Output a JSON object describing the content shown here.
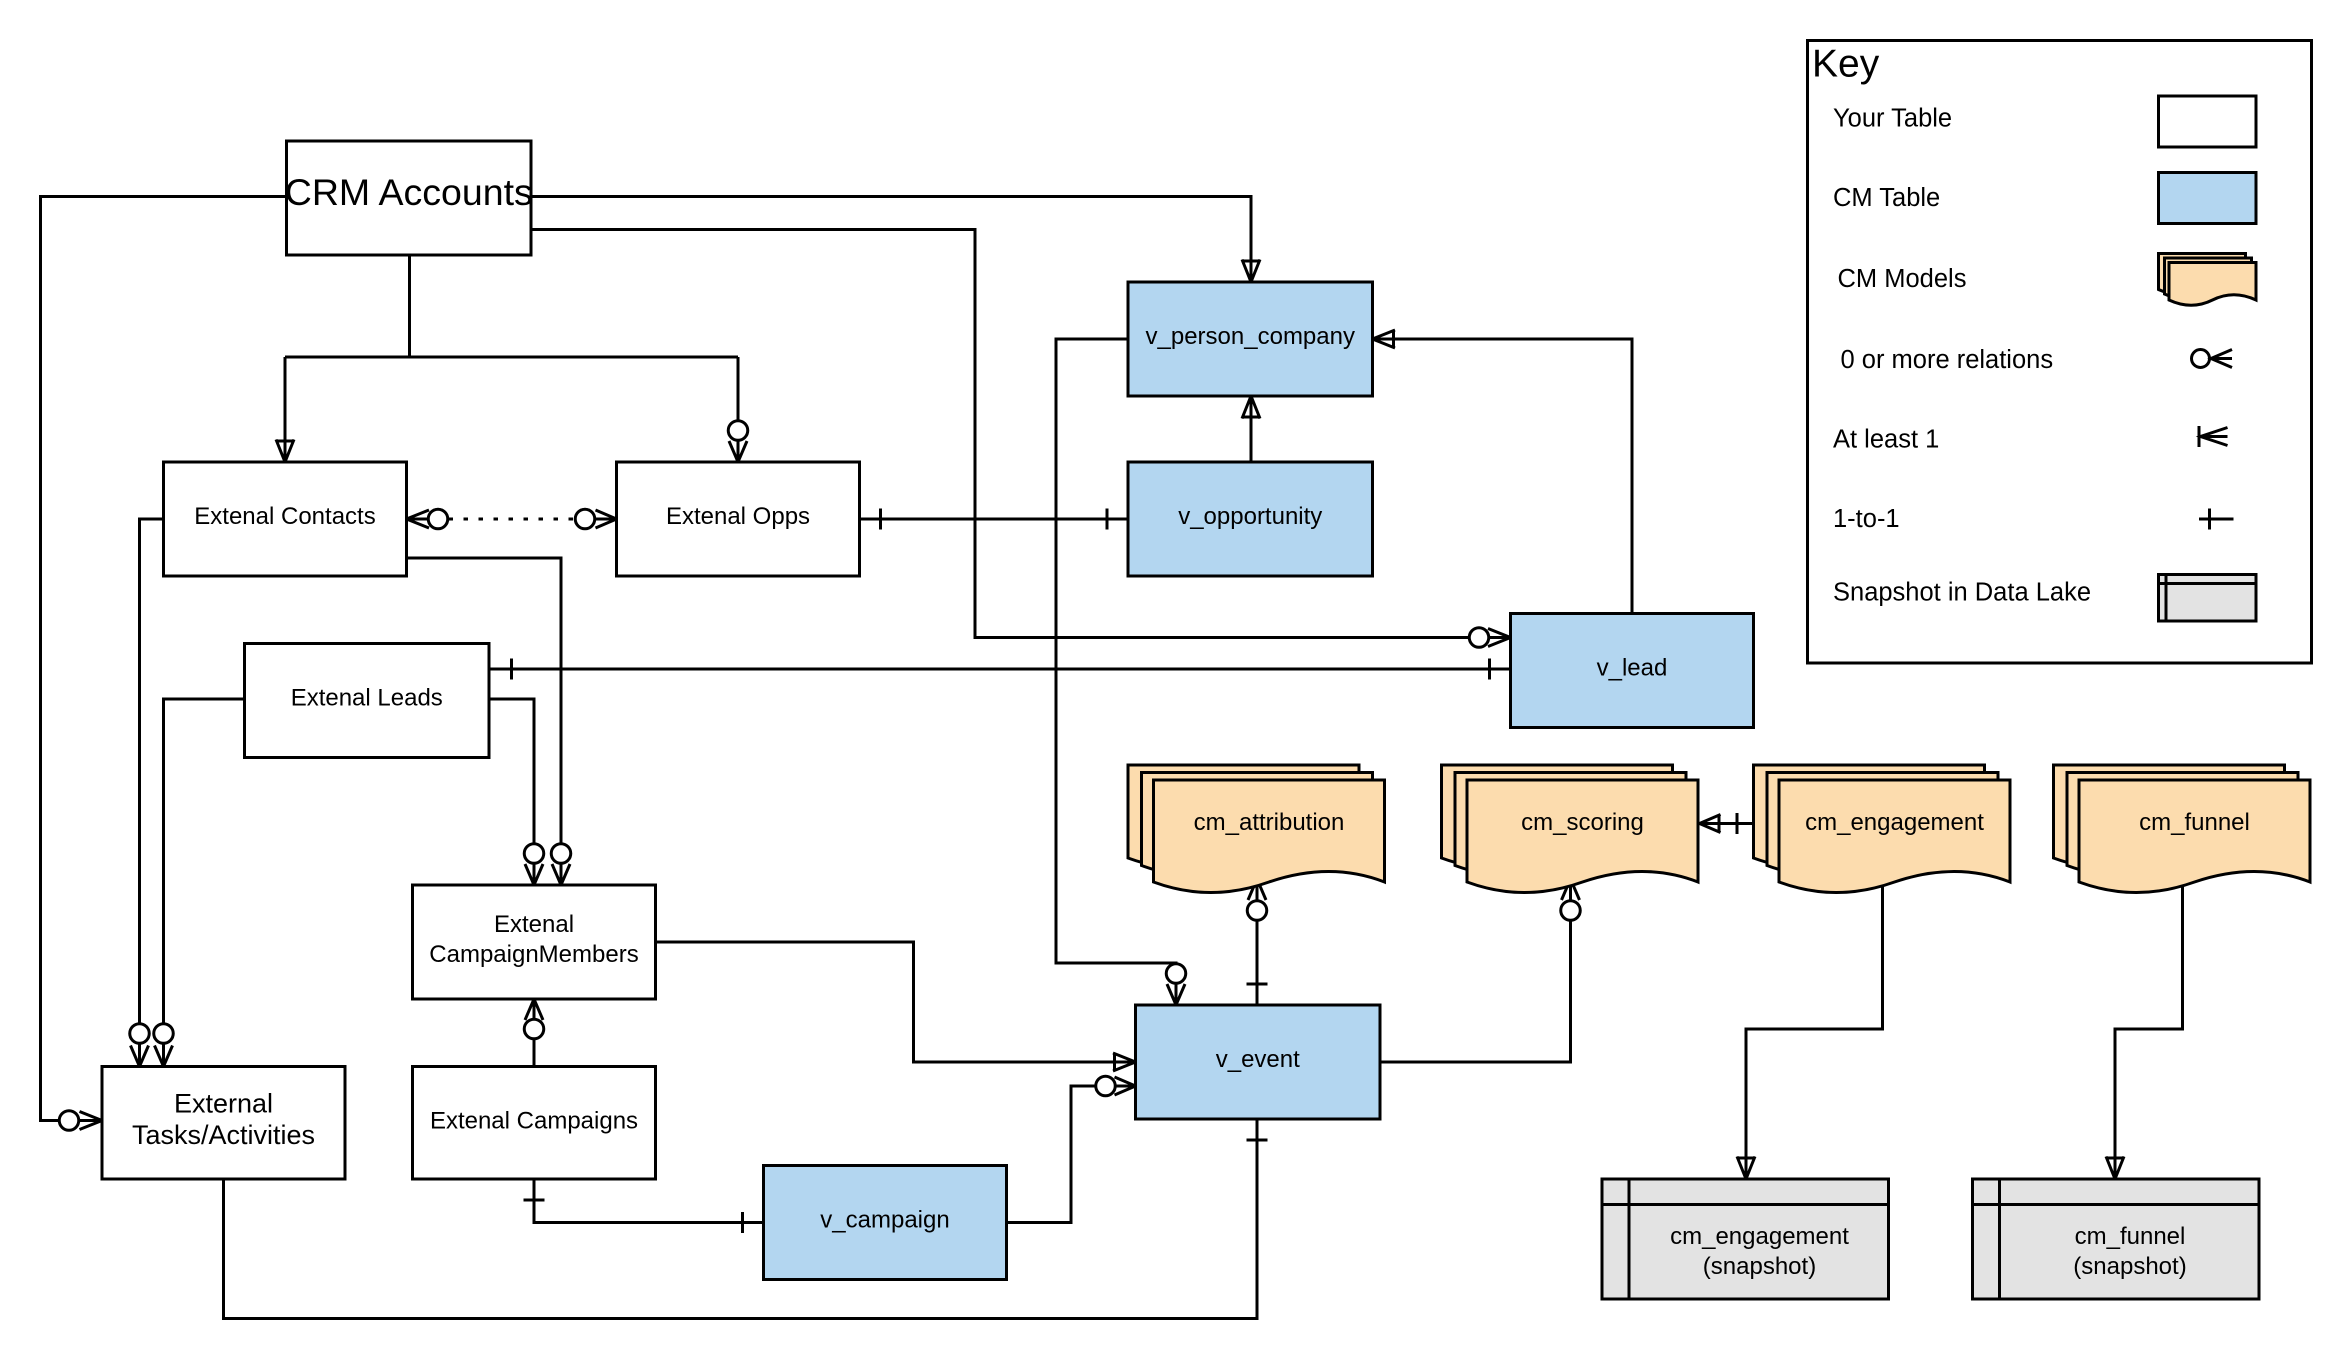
{
  "nodes": {
    "crm_accounts": {
      "label": "CRM Accounts",
      "kind": "your_table"
    },
    "ext_contacts": {
      "label": "Extenal Contacts",
      "kind": "your_table"
    },
    "ext_opps": {
      "label": "Extenal Opps",
      "kind": "your_table"
    },
    "ext_leads": {
      "label": "Extenal Leads",
      "kind": "your_table"
    },
    "ext_campaign_members": {
      "label_line1": "Extenal",
      "label_line2": "CampaignMembers",
      "kind": "your_table"
    },
    "ext_campaigns": {
      "label": "Extenal Campaigns",
      "kind": "your_table"
    },
    "ext_tasks": {
      "label_line1": "External",
      "label_line2": "Tasks/Activities",
      "kind": "your_table"
    },
    "v_person_company": {
      "label": "v_person_company",
      "kind": "cm_table"
    },
    "v_opportunity": {
      "label": "v_opportunity",
      "kind": "cm_table"
    },
    "v_lead": {
      "label": "v_lead",
      "kind": "cm_table"
    },
    "v_event": {
      "label": "v_event",
      "kind": "cm_table"
    },
    "v_campaign": {
      "label": "v_campaign",
      "kind": "cm_table"
    },
    "cm_attribution": {
      "label": "cm_attribution",
      "kind": "cm_model"
    },
    "cm_scoring": {
      "label": "cm_scoring",
      "kind": "cm_model"
    },
    "cm_engagement": {
      "label": "cm_engagement",
      "kind": "cm_model"
    },
    "cm_funnel": {
      "label": "cm_funnel",
      "kind": "cm_model"
    },
    "cm_engagement_snapshot": {
      "label_line1": "cm_engagement",
      "label_line2": "(snapshot)",
      "kind": "snapshot"
    },
    "cm_funnel_snapshot": {
      "label_line1": "cm_funnel",
      "label_line2": "(snapshot)",
      "kind": "snapshot"
    }
  },
  "edges": [
    {
      "from": "crm_accounts",
      "to": "v_person_company",
      "to_end": "at-least-1"
    },
    {
      "from": "crm_accounts",
      "to": "v_lead",
      "to_end": "zero-or-more"
    },
    {
      "from": "crm_accounts",
      "to": "ext_tasks",
      "to_end": "zero-or-more"
    },
    {
      "from": "crm_accounts",
      "to": "ext_contacts",
      "to_end": "at-least-1"
    },
    {
      "from": "crm_accounts",
      "to": "ext_opps",
      "to_end": "zero-or-more"
    },
    {
      "from": "ext_contacts",
      "to": "ext_opps",
      "from_end": "zero-or-more",
      "to_end": "zero-or-more",
      "style": "dotted"
    },
    {
      "from": "ext_opps",
      "to": "v_opportunity",
      "from_end": "one-to-one",
      "to_end": "one-to-one"
    },
    {
      "from": "v_opportunity",
      "to": "v_person_company",
      "to_end": "at-least-1"
    },
    {
      "from": "v_lead",
      "to": "v_person_company",
      "to_end": "at-least-1"
    },
    {
      "from": "ext_leads",
      "to": "v_lead",
      "from_end": "one-to-one",
      "to_end": "one-to-one"
    },
    {
      "from": "ext_contacts",
      "to": "ext_tasks",
      "to_end": "zero-or-more"
    },
    {
      "from": "ext_leads",
      "to": "ext_tasks",
      "to_end": "zero-or-more"
    },
    {
      "from": "ext_contacts",
      "to": "ext_campaign_members",
      "to_end": "zero-or-more"
    },
    {
      "from": "ext_leads",
      "to": "ext_campaign_members",
      "to_end": "zero-or-more"
    },
    {
      "from": "ext_campaigns",
      "to": "ext_campaign_members",
      "to_end": "zero-or-more"
    },
    {
      "from": "ext_campaign_members",
      "to": "v_event",
      "to_end": "at-least-1"
    },
    {
      "from": "ext_campaigns",
      "to": "v_campaign",
      "from_end": "one-to-one",
      "to_end": "one-to-one"
    },
    {
      "from": "v_campaign",
      "to": "v_event",
      "to_end": "zero-or-more"
    },
    {
      "from": "v_person_company",
      "to": "v_event",
      "to_end": "zero-or-more"
    },
    {
      "from": "v_event",
      "to": "cm_attribution",
      "from_end": "one-to-one",
      "to_end": "zero-or-more"
    },
    {
      "from": "v_event",
      "to": "cm_scoring",
      "to_end": "zero-or-more"
    },
    {
      "from": "ext_tasks",
      "to": "v_event",
      "to_end": "one-to-one"
    },
    {
      "from": "cm_engagement",
      "to": "cm_scoring",
      "from_end": "one-to-one",
      "to_end": "at-least-1"
    },
    {
      "from": "cm_engagement",
      "to": "cm_engagement_snapshot",
      "to_end": "at-least-1"
    },
    {
      "from": "cm_funnel",
      "to": "cm_funnel_snapshot",
      "to_end": "at-least-1"
    }
  ],
  "key": {
    "title": "Key",
    "items": [
      {
        "label": "Your Table",
        "symbol": "your-table-swatch"
      },
      {
        "label": "CM Table",
        "symbol": "cm-table-swatch"
      },
      {
        "label": "CM Models",
        "symbol": "cm-models-swatch"
      },
      {
        "label": "0 or more relations",
        "symbol": "zero-or-more-icon"
      },
      {
        "label": "At least 1",
        "symbol": "at-least-one-icon"
      },
      {
        "label": "1-to-1",
        "symbol": "one-to-one-icon"
      },
      {
        "label": "Snapshot in Data Lake",
        "symbol": "snapshot-swatch"
      }
    ]
  },
  "colors": {
    "your_table": "#ffffff",
    "cm_table": "#b3d6f0",
    "cm_model": "#fcdcae",
    "snapshot": "#e3e3e3",
    "line": "#000000"
  }
}
